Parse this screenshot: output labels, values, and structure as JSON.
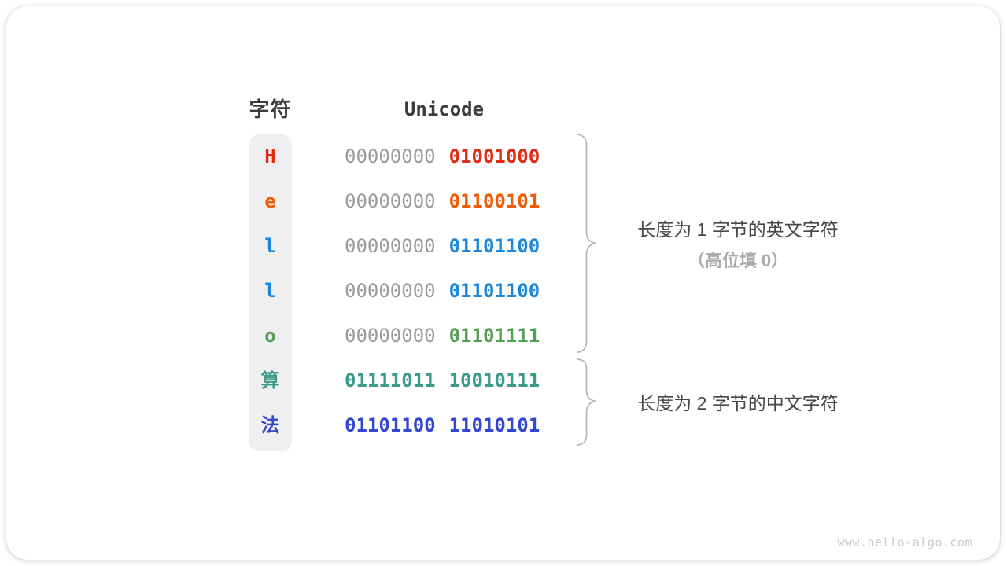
{
  "table": {
    "col1_header": "字符",
    "col2_header": "Unicode",
    "rows": [
      {
        "char": "H",
        "byte1": "00000000",
        "byte2": "01001000",
        "char_color": "#e02b18",
        "byte1_color": "#9b9b9b",
        "byte2_color": "#e02b18"
      },
      {
        "char": "e",
        "byte1": "00000000",
        "byte2": "01100101",
        "char_color": "#ee5c05",
        "byte1_color": "#9b9b9b",
        "byte2_color": "#ee5c05"
      },
      {
        "char": "l",
        "byte1": "00000000",
        "byte2": "01101100",
        "char_color": "#1b88dd",
        "byte1_color": "#9b9b9b",
        "byte2_color": "#1b88dd"
      },
      {
        "char": "l",
        "byte1": "00000000",
        "byte2": "01101100",
        "char_color": "#1b88dd",
        "byte1_color": "#9b9b9b",
        "byte2_color": "#1b88dd"
      },
      {
        "char": "o",
        "byte1": "00000000",
        "byte2": "01101111",
        "char_color": "#529e52",
        "byte1_color": "#9b9b9b",
        "byte2_color": "#529e52"
      },
      {
        "char": "算",
        "byte1": "01111011",
        "byte2": "10010111",
        "char_color": "#3d998b",
        "byte1_color": "#3d998b",
        "byte2_color": "#3d998b"
      },
      {
        "char": "法",
        "byte1": "01101100",
        "byte2": "11010101",
        "char_color": "#3447d0",
        "byte1_color": "#3447d0",
        "byte2_color": "#3447d0"
      }
    ]
  },
  "annotations": {
    "group1_line1": "长度为 1 字节的英文字符",
    "group1_line2": "（高位填 0）",
    "group2": "长度为 2 字节的中文字符"
  },
  "watermark": "www.hello-algo.com",
  "colors": {
    "zero_byte_gray": "#9b9b9b",
    "header_text": "#3c3c3c",
    "annotation_text": "#474747",
    "annotation_muted": "#a9a9a9",
    "brace": "#b5b5b5",
    "char_panel_bg": "#f0efef",
    "watermark": "#c9c9c9"
  }
}
